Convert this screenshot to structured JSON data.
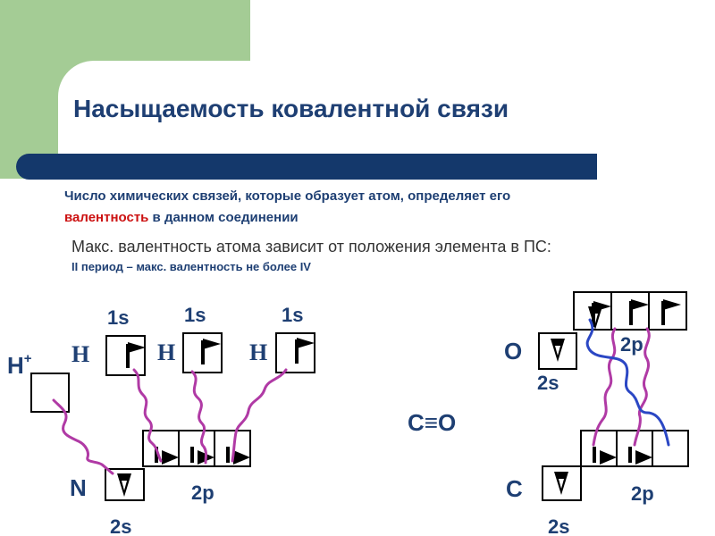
{
  "title": "Насыщаемость ковалентной связи",
  "text": {
    "line1": "Число химических связей, которые образует атом, определяет его",
    "line2_red": "валентность",
    "line2_rest": " в данном соединении",
    "line3": "Макс. валентность атома зависит от положения элемента в ПС:",
    "line4": "II период – макс. валентность  не более IV"
  },
  "left_diagram": {
    "ion": "H",
    "ion_charge": "+",
    "h_symbol": "H",
    "orbital_1s": "1s",
    "atom": "N",
    "orbital_2s": "2s",
    "orbital_2p": "2p"
  },
  "right_diagram": {
    "formula": "C≡O",
    "atom_top": "O",
    "atom_bottom": "C",
    "orbital_2s": "2s",
    "orbital_2p": "2p"
  },
  "colors": {
    "title": "#1e3f73",
    "accent_red": "#cc1111",
    "bar": "#14386b",
    "green": "#a4cc95",
    "wave_magenta": "#b03aa5",
    "wave_blue": "#2b47c4"
  }
}
